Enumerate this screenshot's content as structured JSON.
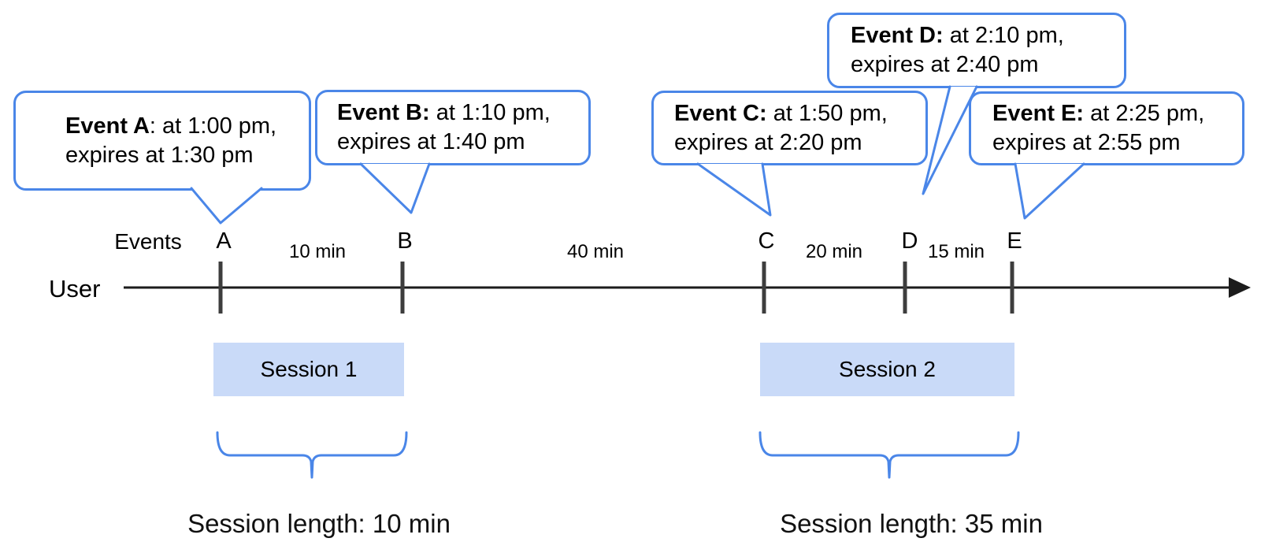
{
  "colors": {
    "bubble_border": "#4a86e8",
    "brace": "#4a86e8",
    "session_fill": "#c9daf8",
    "timeline": "#1c1c1c",
    "tick": "#3d3d3d",
    "text": "#000000"
  },
  "bubbles": {
    "a": {
      "bold": "Event A",
      "rest": ": at 1:00 pm,",
      "line2": "expires at 1:30 pm"
    },
    "b": {
      "bold": "Event B:",
      "rest": " at 1:10 pm,",
      "line2": "expires at 1:40 pm"
    },
    "c": {
      "bold": "Event C:",
      "rest": " at 1:50 pm,",
      "line2": "expires at 2:20 pm"
    },
    "d": {
      "bold": "Event D:",
      "rest": " at 2:10 pm,",
      "line2": "expires at 2:40 pm"
    },
    "e": {
      "bold": "Event E:",
      "rest": " at 2:25 pm,",
      "line2": "expires at 2:55 pm"
    }
  },
  "timeline": {
    "row_label": "User",
    "events_label": "Events",
    "marks": [
      {
        "label": "A"
      },
      {
        "label": "B"
      },
      {
        "label": "C"
      },
      {
        "label": "D"
      },
      {
        "label": "E"
      }
    ],
    "gaps": [
      {
        "label": "10 min"
      },
      {
        "label": "40 min"
      },
      {
        "label": "20 min"
      },
      {
        "label": "15 min"
      }
    ]
  },
  "sessions": [
    {
      "label": "Session 1",
      "length_label": "Session length: 10 min"
    },
    {
      "label": "Session 2",
      "length_label": "Session length: 35 min"
    }
  ]
}
